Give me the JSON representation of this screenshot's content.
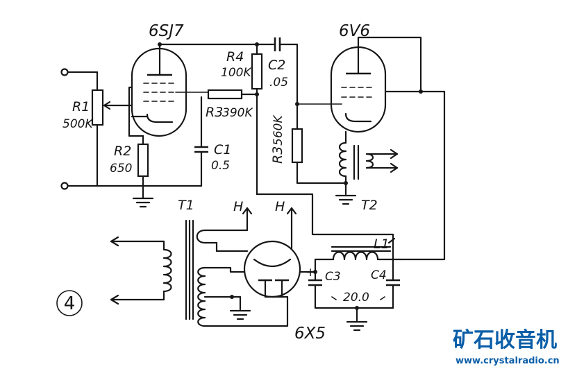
{
  "tubes": {
    "preamp": "6SJ7",
    "output": "6V6",
    "rectifier": "6X5"
  },
  "resistors": {
    "r1_name": "R1",
    "r1_value": "500K",
    "r2_name": "R2",
    "r2_value": "650",
    "r3_name": "R3",
    "r3_value": "390K",
    "r4_name": "R4",
    "r4_value": "100K",
    "r5_name": "R3",
    "r5_value": "560K"
  },
  "capacitors": {
    "c1_name": "C1",
    "c1_value": "0.5",
    "c2_name": "C2",
    "c2_value": ".05",
    "c3_name": "C3",
    "c4_name": "C4",
    "filter_value": "20.0",
    "polarity": "+"
  },
  "magnetics": {
    "t1": "T1",
    "t2": "T2",
    "l1": "L1"
  },
  "terminals": {
    "heater_1": "H",
    "heater_2": "H"
  },
  "figure_number": "4",
  "watermark": {
    "logo_text": "矿石收音机",
    "url": "www.crystalradio.cn"
  }
}
